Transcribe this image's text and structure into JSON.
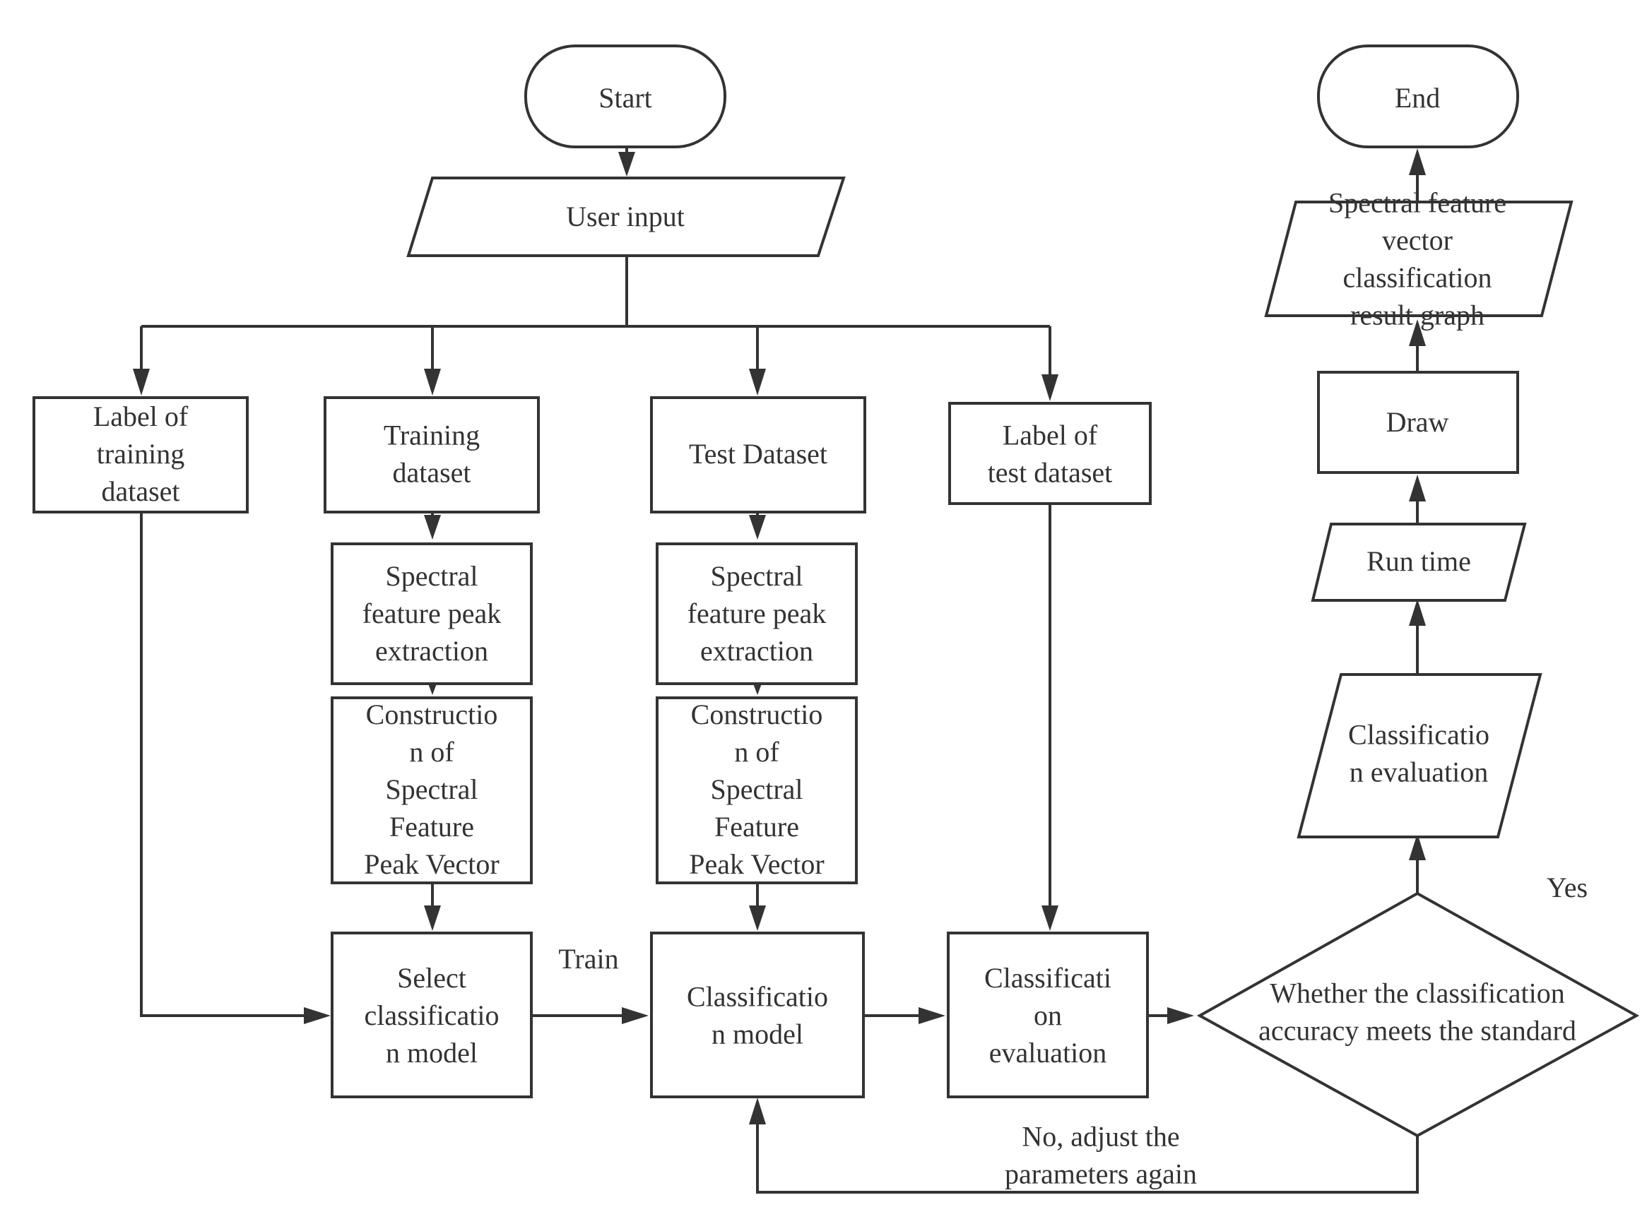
{
  "nodes": {
    "start": [
      "Start"
    ],
    "user_input": [
      "User input"
    ],
    "label_training": [
      "Label of",
      "training",
      "dataset"
    ],
    "training_dataset": [
      "Training",
      "dataset"
    ],
    "test_dataset": [
      "Test Dataset"
    ],
    "label_test": [
      "Label of",
      "test dataset"
    ],
    "extract_train": [
      "Spectral",
      "feature peak",
      "extraction"
    ],
    "extract_test": [
      "Spectral",
      "feature peak",
      "extraction"
    ],
    "construct_train": [
      "Constructio",
      "n of",
      "Spectral",
      "Feature",
      "Peak Vector"
    ],
    "construct_test": [
      "Constructio",
      "n of",
      "Spectral",
      "Feature",
      "Peak Vector"
    ],
    "select_model": [
      "Select",
      "classificatio",
      "n model"
    ],
    "class_model": [
      "Classificatio",
      "n model"
    ],
    "class_eval": [
      "Classificati",
      "on",
      "evaluation"
    ],
    "decision": [
      "Whether the classification",
      "accuracy meets the standard"
    ],
    "eval_output": [
      "Classificatio",
      "n evaluation"
    ],
    "run_time": [
      "Run time"
    ],
    "draw": [
      "Draw"
    ],
    "result_graph": [
      "Spectral feature",
      "vector",
      "classification",
      "result graph"
    ],
    "end": [
      "End"
    ]
  },
  "edge_labels": {
    "train": [
      "Train"
    ],
    "yes": [
      "Yes"
    ],
    "no": [
      "No, adjust the",
      "parameters again"
    ]
  },
  "colors": {
    "stroke": "#333333",
    "fill": "#ffffff",
    "text": "#333333"
  }
}
